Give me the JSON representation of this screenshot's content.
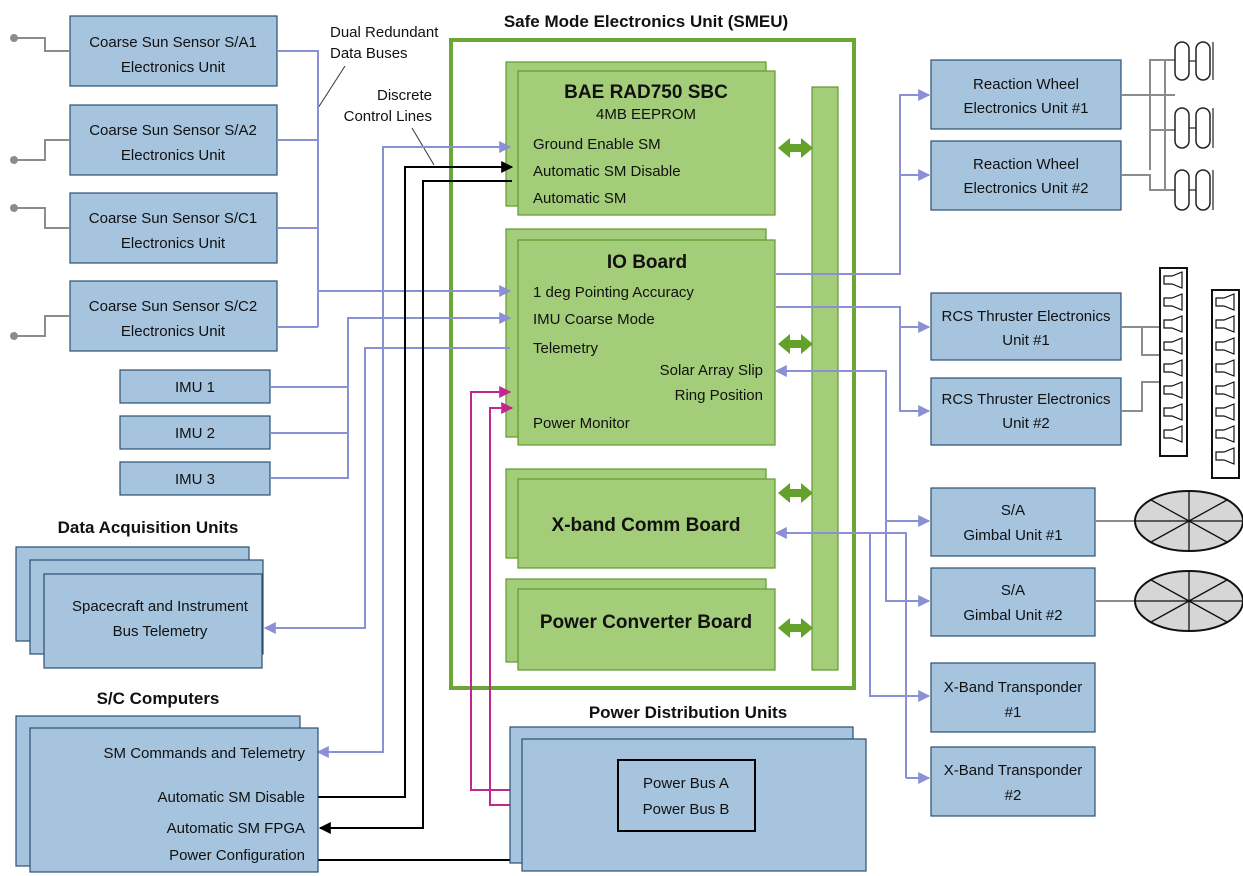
{
  "smeu": {
    "title": "Safe Mode Electronics Unit (SMEU)",
    "sbc": {
      "title": "BAE RAD750 SBC",
      "subtitle": "4MB EEPROM",
      "lines": [
        "Ground Enable SM",
        "Automatic SM Disable",
        "Automatic SM"
      ]
    },
    "io_board": {
      "title": "IO Board",
      "lines": [
        "1 deg Pointing Accuracy",
        "IMU Coarse Mode",
        "Telemetry"
      ],
      "slip_ring": [
        "Solar Array Slip",
        "Ring Position"
      ],
      "power_monitor": "Power Monitor"
    },
    "xband_board": "X-band Comm Board",
    "power_converter_board": "Power Converter Board"
  },
  "sun_sensors": [
    [
      "Coarse Sun Sensor S/A1",
      "Electronics Unit"
    ],
    [
      "Coarse Sun Sensor S/A2",
      "Electronics Unit"
    ],
    [
      "Coarse Sun Sensor S/C1",
      "Electronics Unit"
    ],
    [
      "Coarse Sun Sensor S/C2",
      "Electronics Unit"
    ]
  ],
  "imus": [
    "IMU 1",
    "IMU 2",
    "IMU 3"
  ],
  "annotations": {
    "dual_buses": [
      "Dual Redundant",
      "Data Buses"
    ],
    "discrete_lines": [
      "Discrete",
      "Control Lines"
    ]
  },
  "daq": {
    "header": "Data Acquisition Units",
    "lines": [
      "Spacecraft and Instrument",
      "Bus Telemetry"
    ]
  },
  "sc_computers": {
    "header": "S/C Computers",
    "lines": [
      "SM Commands and Telemetry",
      "Automatic SM Disable",
      "Automatic SM FPGA",
      "Power Configuration"
    ]
  },
  "pdu": {
    "header": "Power Distribution Units",
    "buses": [
      "Power Bus A",
      "Power Bus B"
    ]
  },
  "right_units": {
    "reaction_wheels": [
      [
        "Reaction Wheel",
        "Electronics Unit #1"
      ],
      [
        "Reaction Wheel",
        "Electronics Unit #2"
      ]
    ],
    "rcs": [
      [
        "RCS Thruster Electronics",
        "Unit #1"
      ],
      [
        "RCS Thruster Electronics",
        "Unit #2"
      ]
    ],
    "gimbals": [
      [
        "S/A",
        "Gimbal Unit #1"
      ],
      [
        "S/A",
        "Gimbal Unit #2"
      ]
    ],
    "transponders": [
      [
        "X-Band Transponder",
        "#1"
      ],
      [
        "X-Band Transponder",
        "#2"
      ]
    ]
  },
  "colors": {
    "unit_fill": "#a6c4de",
    "board_fill": "#a3cd78",
    "smeu_border": "#6aa833",
    "bus_line": "#8a8fd6",
    "power_line": "#c1278f"
  }
}
